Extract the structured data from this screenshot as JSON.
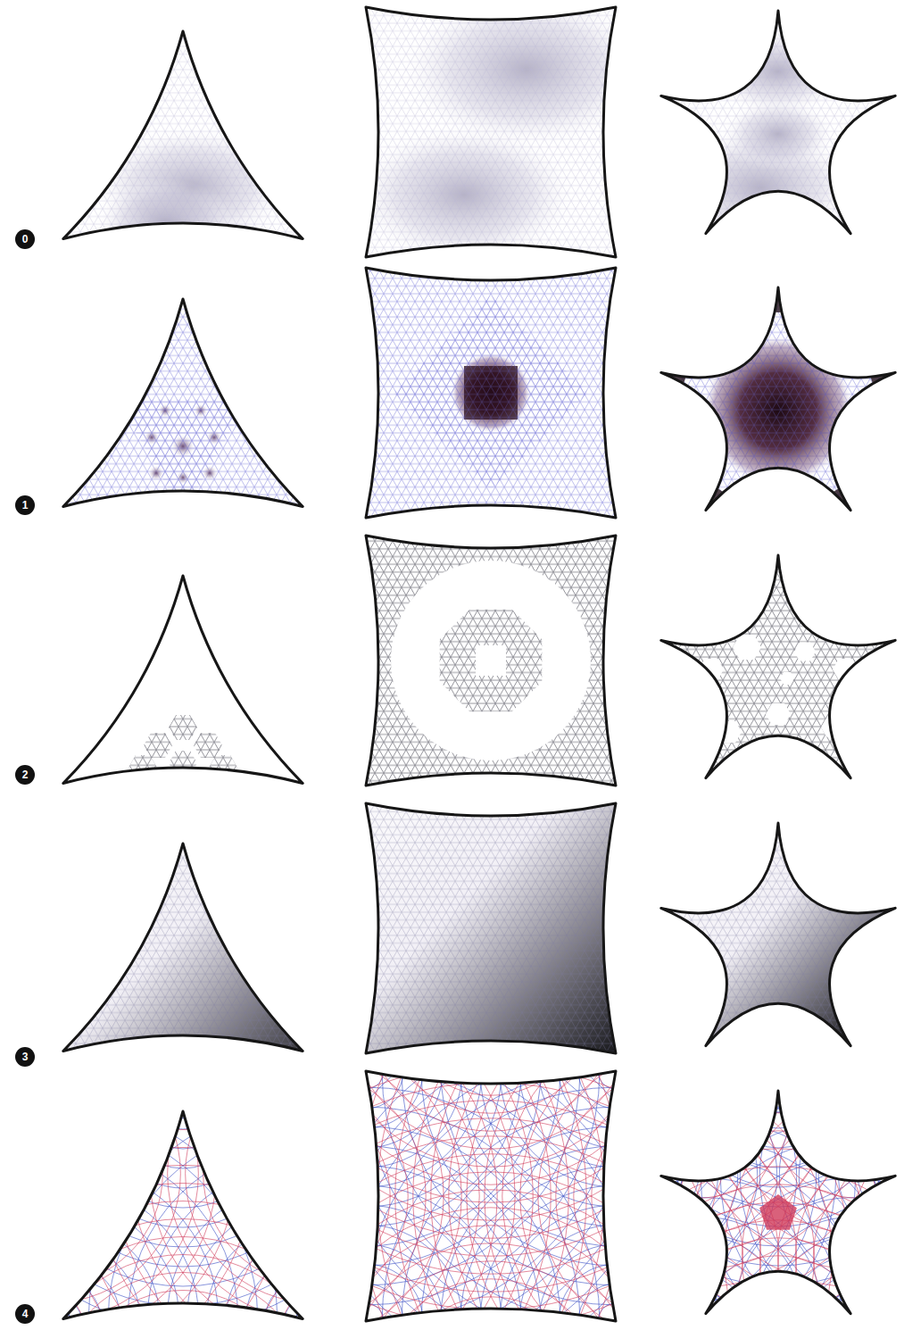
{
  "diagram": {
    "nodes": [
      {
        "text": [
          "0"
        ]
      },
      {
        "text": [
          "1"
        ]
      },
      {
        "text": [
          "2"
        ]
      },
      {
        "text": [
          "3"
        ]
      },
      {
        "text": [
          "4"
        ]
      }
    ]
  }
}
